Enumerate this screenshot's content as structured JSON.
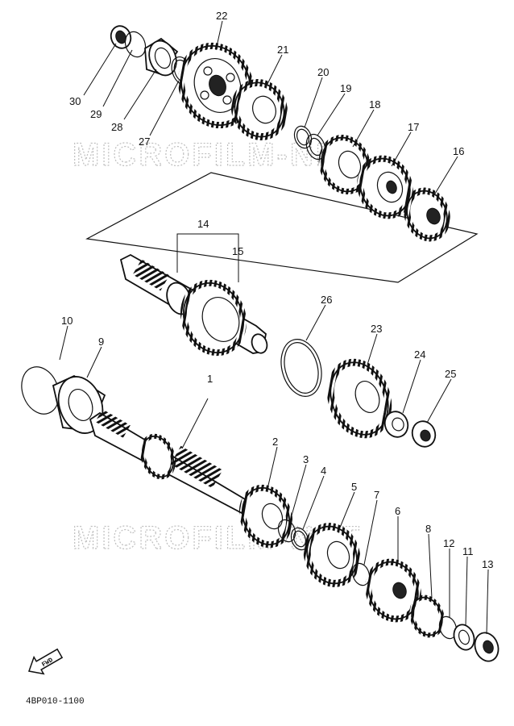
{
  "watermark": "MICROFILM-NET",
  "diagram_code": "4BP010-1100",
  "fwd_label": "FWD",
  "callouts": [
    "1",
    "2",
    "3",
    "4",
    "5",
    "6",
    "7",
    "8",
    "9",
    "10",
    "11",
    "12",
    "13",
    "14",
    "15",
    "16",
    "17",
    "18",
    "19",
    "20",
    "21",
    "22",
    "23",
    "24",
    "25",
    "26",
    "27",
    "28",
    "29",
    "30"
  ]
}
